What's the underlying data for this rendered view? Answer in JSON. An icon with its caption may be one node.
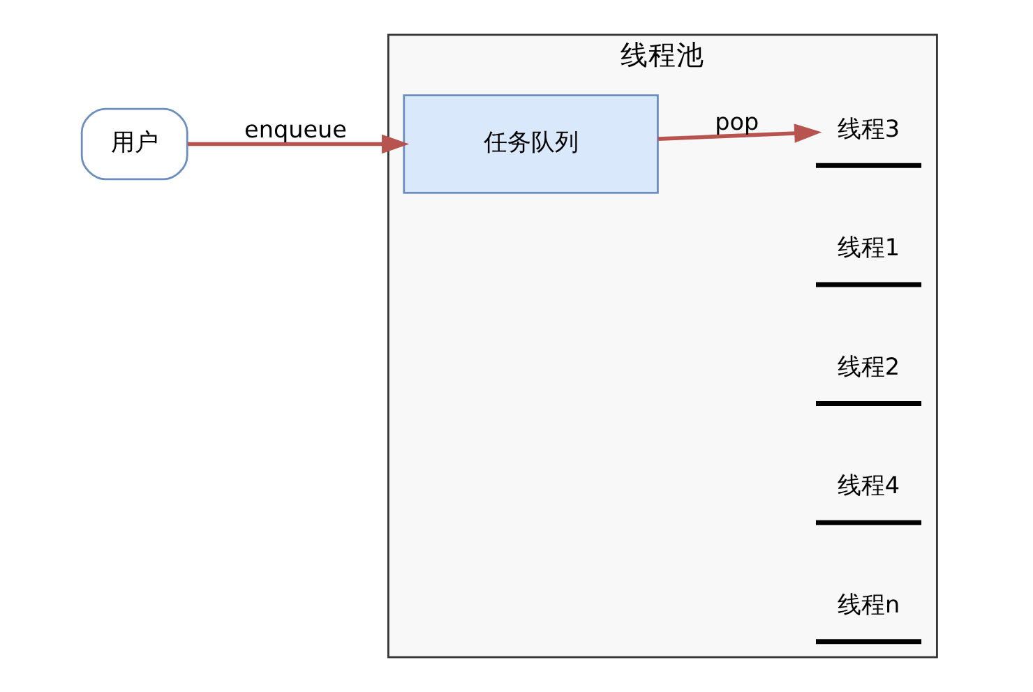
{
  "diagram": {
    "nodes": [
      {
        "text": [
          "用户"
        ]
      },
      {
        "text": [
          "线程池"
        ]
      },
      {
        "text": [
          "任务队列"
        ],
        "in": 1
      },
      {
        "text": [
          "线程1"
        ],
        "in": 1
      },
      {
        "text": [
          "线程2"
        ],
        "in": 1
      },
      {
        "text": [
          "线程3"
        ],
        "in": 1
      },
      {
        "text": [
          "线程4"
        ],
        "in": 1
      },
      {
        "text": [
          "线程n"
        ],
        "in": 1
      }
    ],
    "edges": [
      {
        "from": 0,
        "to": 2,
        "arrow": "to",
        "label": "enqueue"
      },
      {
        "from": 2,
        "to": 5,
        "arrow": "to",
        "label": "pop"
      }
    ]
  }
}
